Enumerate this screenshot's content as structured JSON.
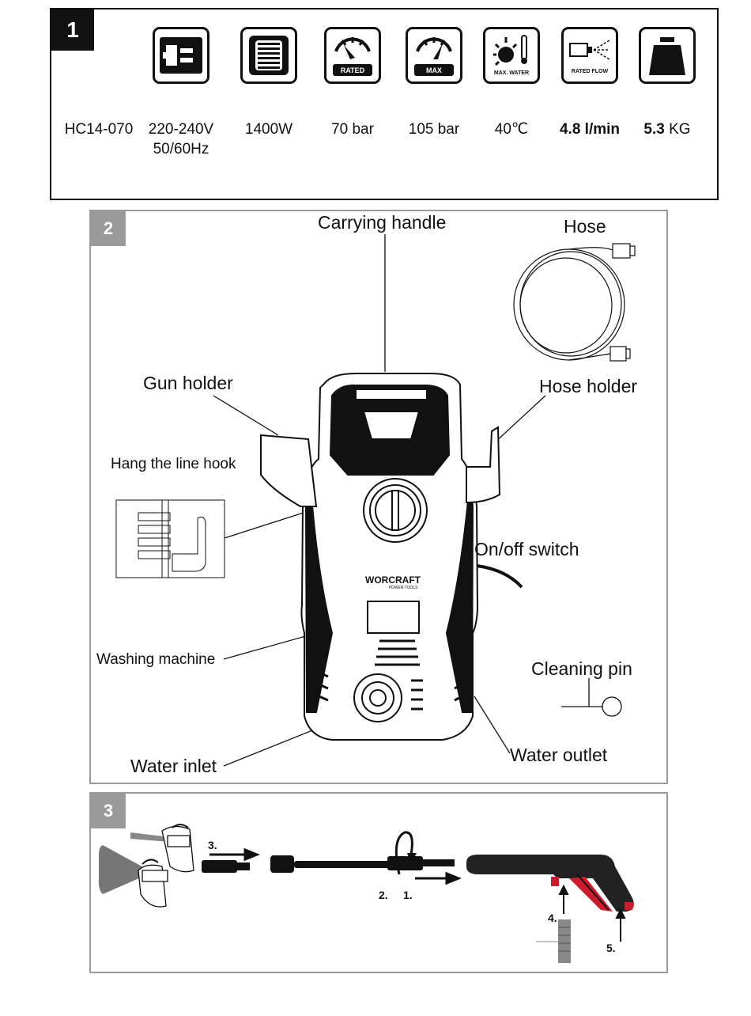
{
  "section1": {
    "number": "1",
    "model": "HC14-070",
    "icons": [
      {
        "name": "plug-icon",
        "caption": ""
      },
      {
        "name": "motor-icon",
        "caption": ""
      },
      {
        "name": "rated-pressure-gauge-icon",
        "caption": "RATED"
      },
      {
        "name": "max-pressure-gauge-icon",
        "caption": "MAX"
      },
      {
        "name": "max-water-temperature-icon",
        "caption": "MAX. WATER"
      },
      {
        "name": "rated-flow-icon",
        "caption": "RATED FLOW"
      },
      {
        "name": "weight-icon",
        "caption": ""
      }
    ],
    "voltage": "220-240V",
    "frequency": "50/60Hz",
    "power": "1400W",
    "rated_pressure": "70 bar",
    "max_pressure": "105 bar",
    "max_temp": "40℃",
    "flow": "4.8 l/min",
    "weight_value": "5.3",
    "weight_unit": "KG"
  },
  "section2": {
    "number": "2",
    "labels": {
      "carrying_handle": "Carrying handle",
      "hose": "Hose",
      "gun_holder": "Gun holder",
      "hose_holder": "Hose holder",
      "hang_line_hook": "Hang the line hook",
      "on_off_switch": "On/off switch",
      "washing_machine": "Washing machine",
      "cleaning_pin": "Cleaning pin",
      "water_inlet": "Water inlet",
      "water_outlet": "Water outlet"
    },
    "brand": "WORCRAFT",
    "brand_sub": "POWER TOOLS"
  },
  "section3": {
    "number": "3",
    "steps": [
      "1.",
      "2.",
      "3.",
      "4.",
      "5."
    ]
  }
}
